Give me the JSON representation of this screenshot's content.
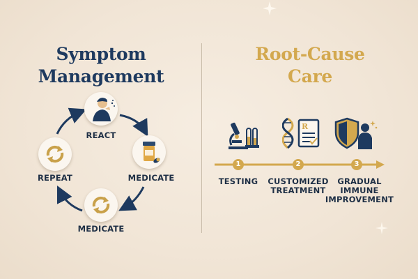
{
  "left": {
    "title_line1": "Symptom",
    "title_line2": "Management",
    "cycle": [
      {
        "label": "REACT",
        "icon": "person-coughing-icon"
      },
      {
        "label": "MEDICATE",
        "icon": "pill-bottle-icon"
      },
      {
        "label": "MEDICATE",
        "icon": "cycle-arrows-icon"
      },
      {
        "label": "REPEAT",
        "icon": "cycle-arrows-icon"
      }
    ]
  },
  "right": {
    "title_line1": "Root-Cause",
    "title_line2": "Care",
    "steps": [
      {
        "number": "1",
        "label_line1": "TESTING",
        "label_line2": "",
        "label_line3": "",
        "icon": "microscope-test-tubes-icon"
      },
      {
        "number": "2",
        "label_line1": "CUSTOMIZED",
        "label_line2": "TREATMENT",
        "label_line3": "",
        "icon": "dna-prescription-icon"
      },
      {
        "number": "3",
        "label_line1": "GRADUAL",
        "label_line2": "IMMUNE",
        "label_line3": "IMPROVEMENT",
        "icon": "shield-person-icon"
      }
    ]
  },
  "colors": {
    "navy": "#1e3a5f",
    "gold": "#d3a84e",
    "background": "#f3e8da"
  }
}
